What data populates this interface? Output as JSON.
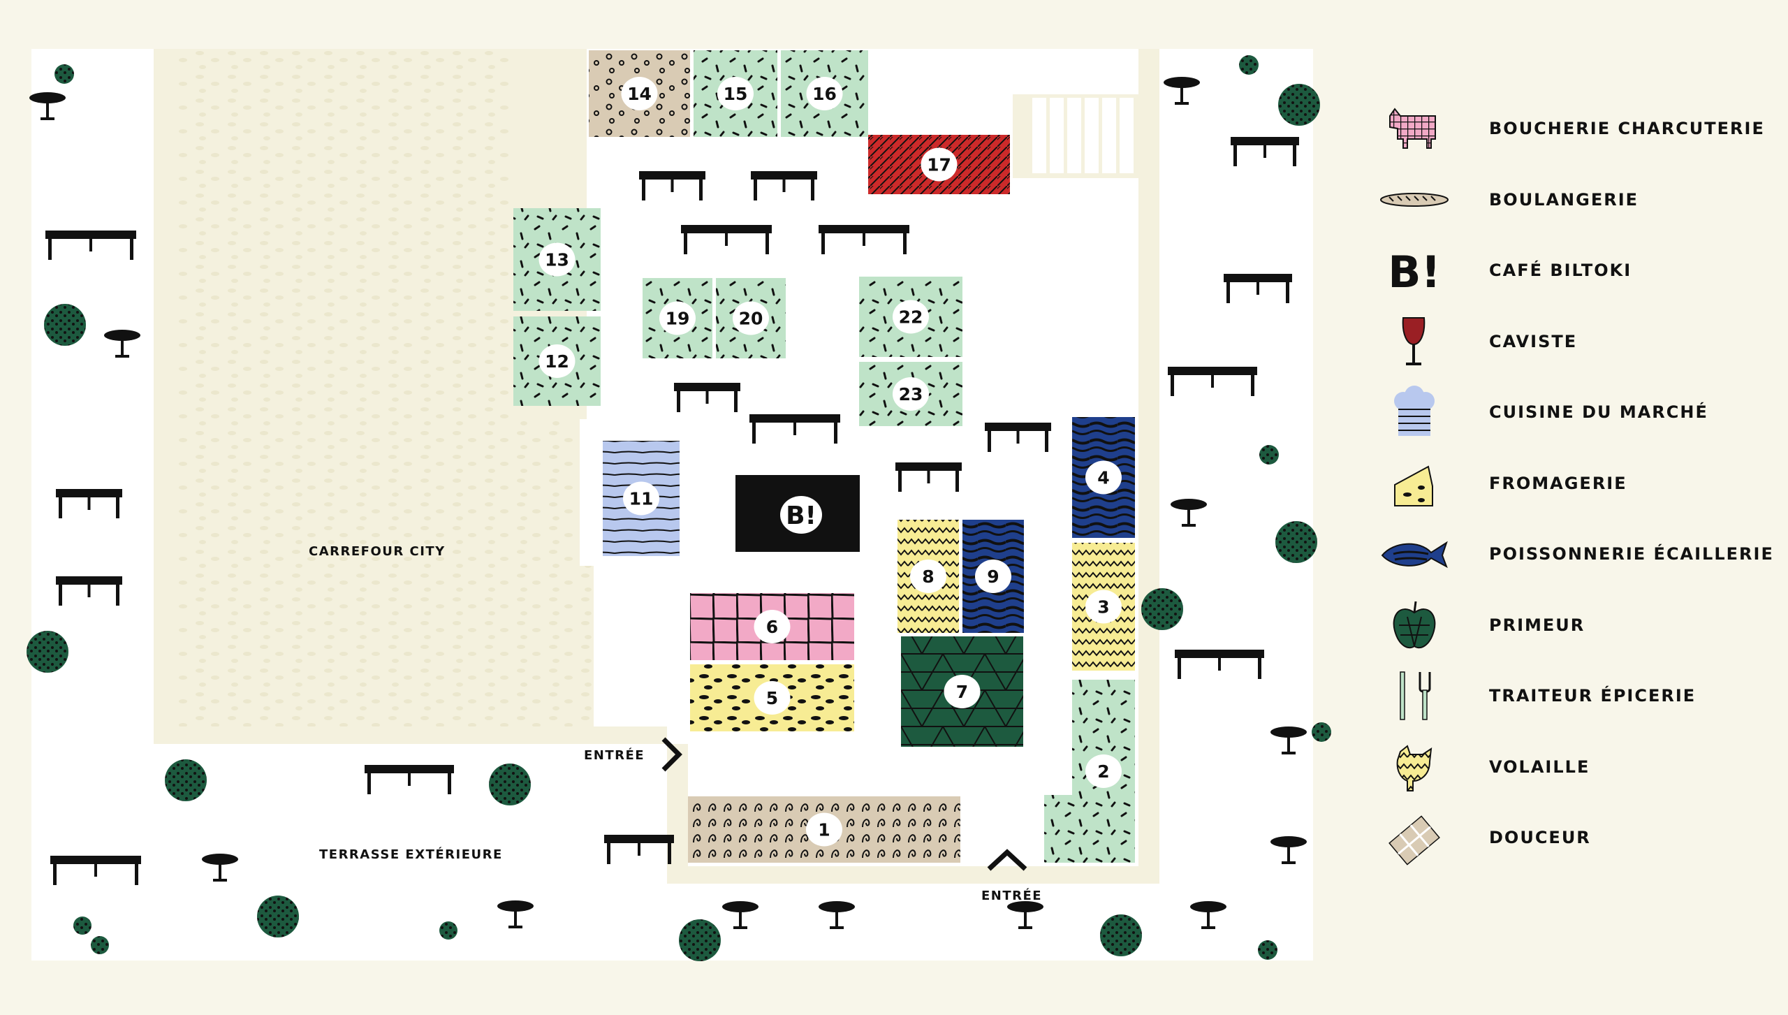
{
  "labels": {
    "carrefour": "CARREFOUR CITY",
    "terrasse": "TERRASSE EXTÉRIEURE",
    "entree_left": "ENTRÉE",
    "entree_bottom": "ENTRÉE",
    "cafe_logo": "B!"
  },
  "stalls": [
    {
      "num": "1",
      "category": "douceur"
    },
    {
      "num": "2",
      "category": "traiteur"
    },
    {
      "num": "3",
      "category": "volaille"
    },
    {
      "num": "4",
      "category": "poissonnerie"
    },
    {
      "num": "5",
      "category": "fromagerie"
    },
    {
      "num": "6",
      "category": "boucherie"
    },
    {
      "num": "7",
      "category": "primeur"
    },
    {
      "num": "8",
      "category": "volaille"
    },
    {
      "num": "9",
      "category": "poissonnerie"
    },
    {
      "num": "11",
      "category": "cuisine"
    },
    {
      "num": "12",
      "category": "traiteur"
    },
    {
      "num": "13",
      "category": "traiteur"
    },
    {
      "num": "14",
      "category": "douceur"
    },
    {
      "num": "15",
      "category": "traiteur"
    },
    {
      "num": "16",
      "category": "traiteur"
    },
    {
      "num": "17",
      "category": "caviste"
    },
    {
      "num": "19",
      "category": "traiteur"
    },
    {
      "num": "20",
      "category": "traiteur"
    },
    {
      "num": "22",
      "category": "traiteur"
    },
    {
      "num": "23",
      "category": "traiteur"
    }
  ],
  "legend": [
    {
      "label": "BOUCHERIE CHARCUTERIE",
      "icon": "cow-icon"
    },
    {
      "label": "BOULANGERIE",
      "icon": "baguette-icon"
    },
    {
      "label": "CAFÉ BILTOKI",
      "icon": "biltoki-logo-icon"
    },
    {
      "label": "CAVISTE",
      "icon": "wine-glass-icon"
    },
    {
      "label": "CUISINE DU MARCHÉ",
      "icon": "chef-hat-icon"
    },
    {
      "label": "FROMAGERIE",
      "icon": "cheese-icon"
    },
    {
      "label": "POISSONNERIE ÉCAILLERIE",
      "icon": "fish-icon"
    },
    {
      "label": "PRIMEUR",
      "icon": "apple-icon"
    },
    {
      "label": "TRAITEUR ÉPICERIE",
      "icon": "cutlery-icon"
    },
    {
      "label": "VOLAILLE",
      "icon": "chicken-icon"
    },
    {
      "label": "DOUCEUR",
      "icon": "chocolate-icon"
    }
  ],
  "colors": {
    "background": "#f8f6ea",
    "floor": "#ffffff",
    "carrefour": "#f4f1de",
    "mint": "#bfe3c8",
    "beige": "#d9cbb4",
    "red": "#cc2a2a",
    "pink": "#f2a9c6",
    "yellow": "#f7ec94",
    "blue": "#1f3f8c",
    "lightblue": "#b8c8ee",
    "green": "#1d5a3f",
    "black": "#111111"
  }
}
